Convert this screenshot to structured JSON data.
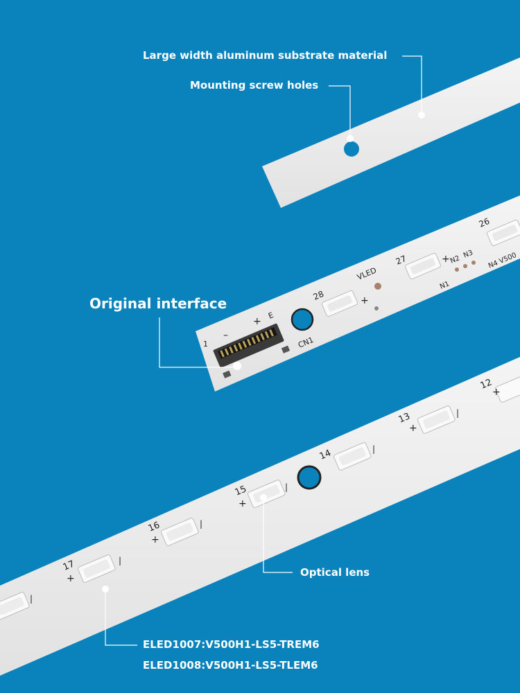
{
  "callouts": {
    "substrate": "Large width aluminum substrate material",
    "screw_holes": "Mounting screw holes",
    "interface": "Original interface",
    "optical_lens": "Optical lens",
    "model_1": "ELED1007:V500H1-LS5-TREM6",
    "model_2": "ELED1008:V500H1-LS5-TLEM6"
  },
  "board_markings": {
    "led_numbers_top": [
      "28",
      "27",
      "26"
    ],
    "led_numbers_bottom": [
      "17",
      "16",
      "15",
      "14",
      "13",
      "12"
    ],
    "vled": "VLED",
    "cn1": "CN1",
    "pin1": "1",
    "e_mark": "E",
    "n1": "N1",
    "n2": "N2",
    "n3": "N3",
    "n4_model": "N4 V500",
    "plus": "+",
    "minus": "–",
    "bar": "|"
  },
  "colors": {
    "background": "#0a83bd",
    "strip": "#eeeeee",
    "led_body": "#fafafa",
    "hole": "#0a83bd",
    "callout_line": "#ffffff"
  }
}
